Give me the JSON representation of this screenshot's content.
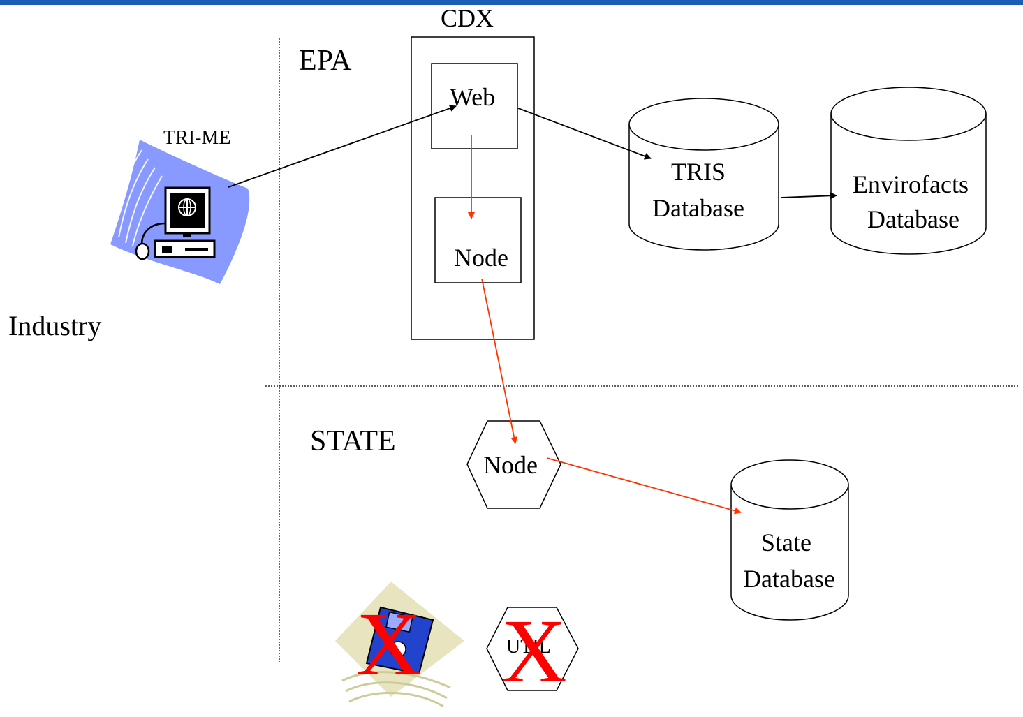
{
  "regions": {
    "cdx": "CDX",
    "epa": "EPA",
    "state": "STATE",
    "industry": "Industry"
  },
  "components": {
    "tri_me": "TRI-ME",
    "web": "Web",
    "cdx_node": "Node",
    "state_node": "Node",
    "util": "UTIL"
  },
  "databases": {
    "tris_line1": "TRIS",
    "tris_line2": "Database",
    "envirofacts_line1": "Envirofacts",
    "envirofacts_line2": "Database",
    "state_line1": "State",
    "state_line2": "Database"
  },
  "marks": {
    "x": "X"
  },
  "colors": {
    "top_rule": "#1a5fb4",
    "flow_black": "#000000",
    "flow_red": "#ff3300",
    "x_mark": "#ff0000",
    "computer_wave": "#8899ff",
    "floppy_wave": "#cccc99",
    "floppy_blue": "#2244cc"
  }
}
